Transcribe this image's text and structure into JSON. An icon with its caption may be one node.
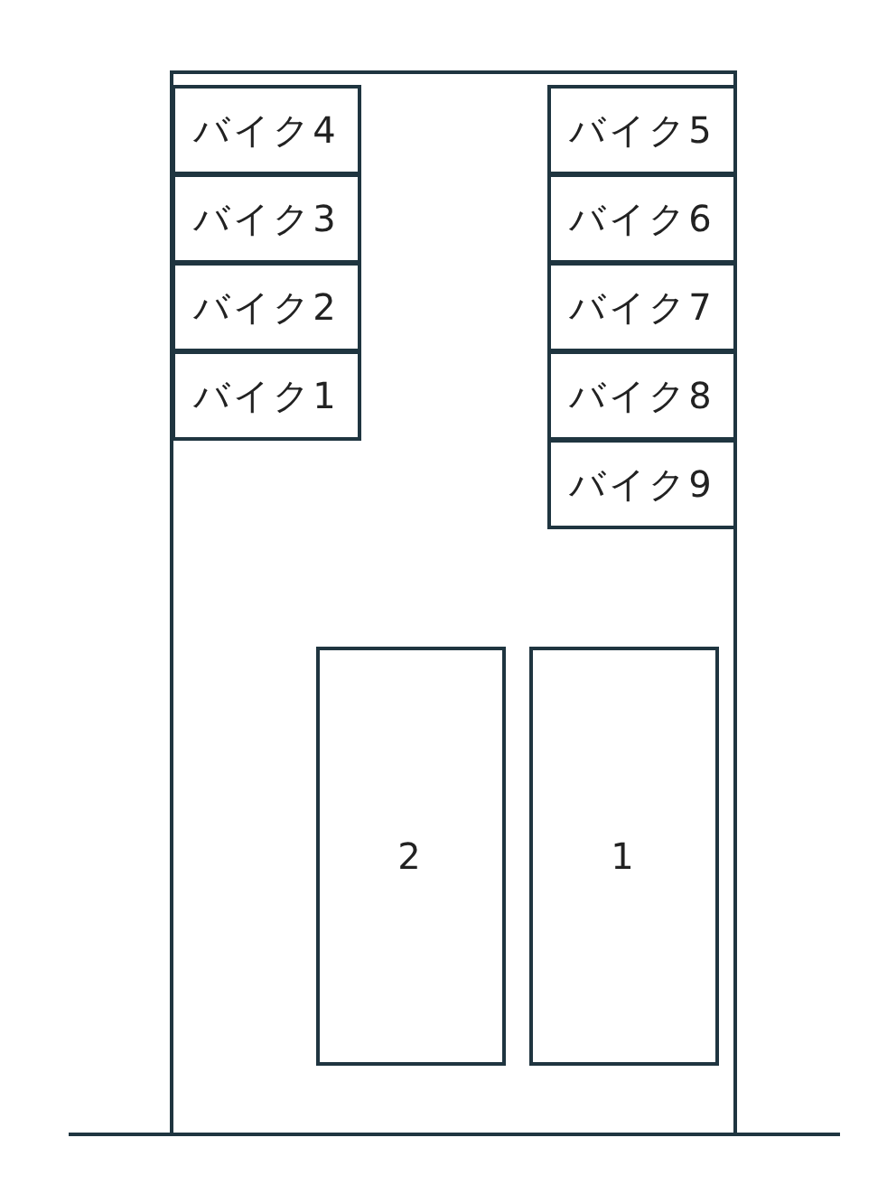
{
  "diagram": {
    "nodes": [
      {
        "text": [
          "バイク4"
        ]
      },
      {
        "text": [
          "バイク5"
        ]
      },
      {
        "text": [
          "バイク3"
        ]
      },
      {
        "text": [
          "バイク6"
        ]
      },
      {
        "text": [
          "バイク2"
        ]
      },
      {
        "text": [
          "バイク7"
        ]
      },
      {
        "text": [
          "バイク1"
        ]
      },
      {
        "text": [
          "バイク8"
        ]
      },
      {
        "text": [
          "バイク9"
        ]
      },
      {
        "text": [
          "2"
        ]
      },
      {
        "text": [
          "1"
        ]
      }
    ],
    "edges": []
  }
}
